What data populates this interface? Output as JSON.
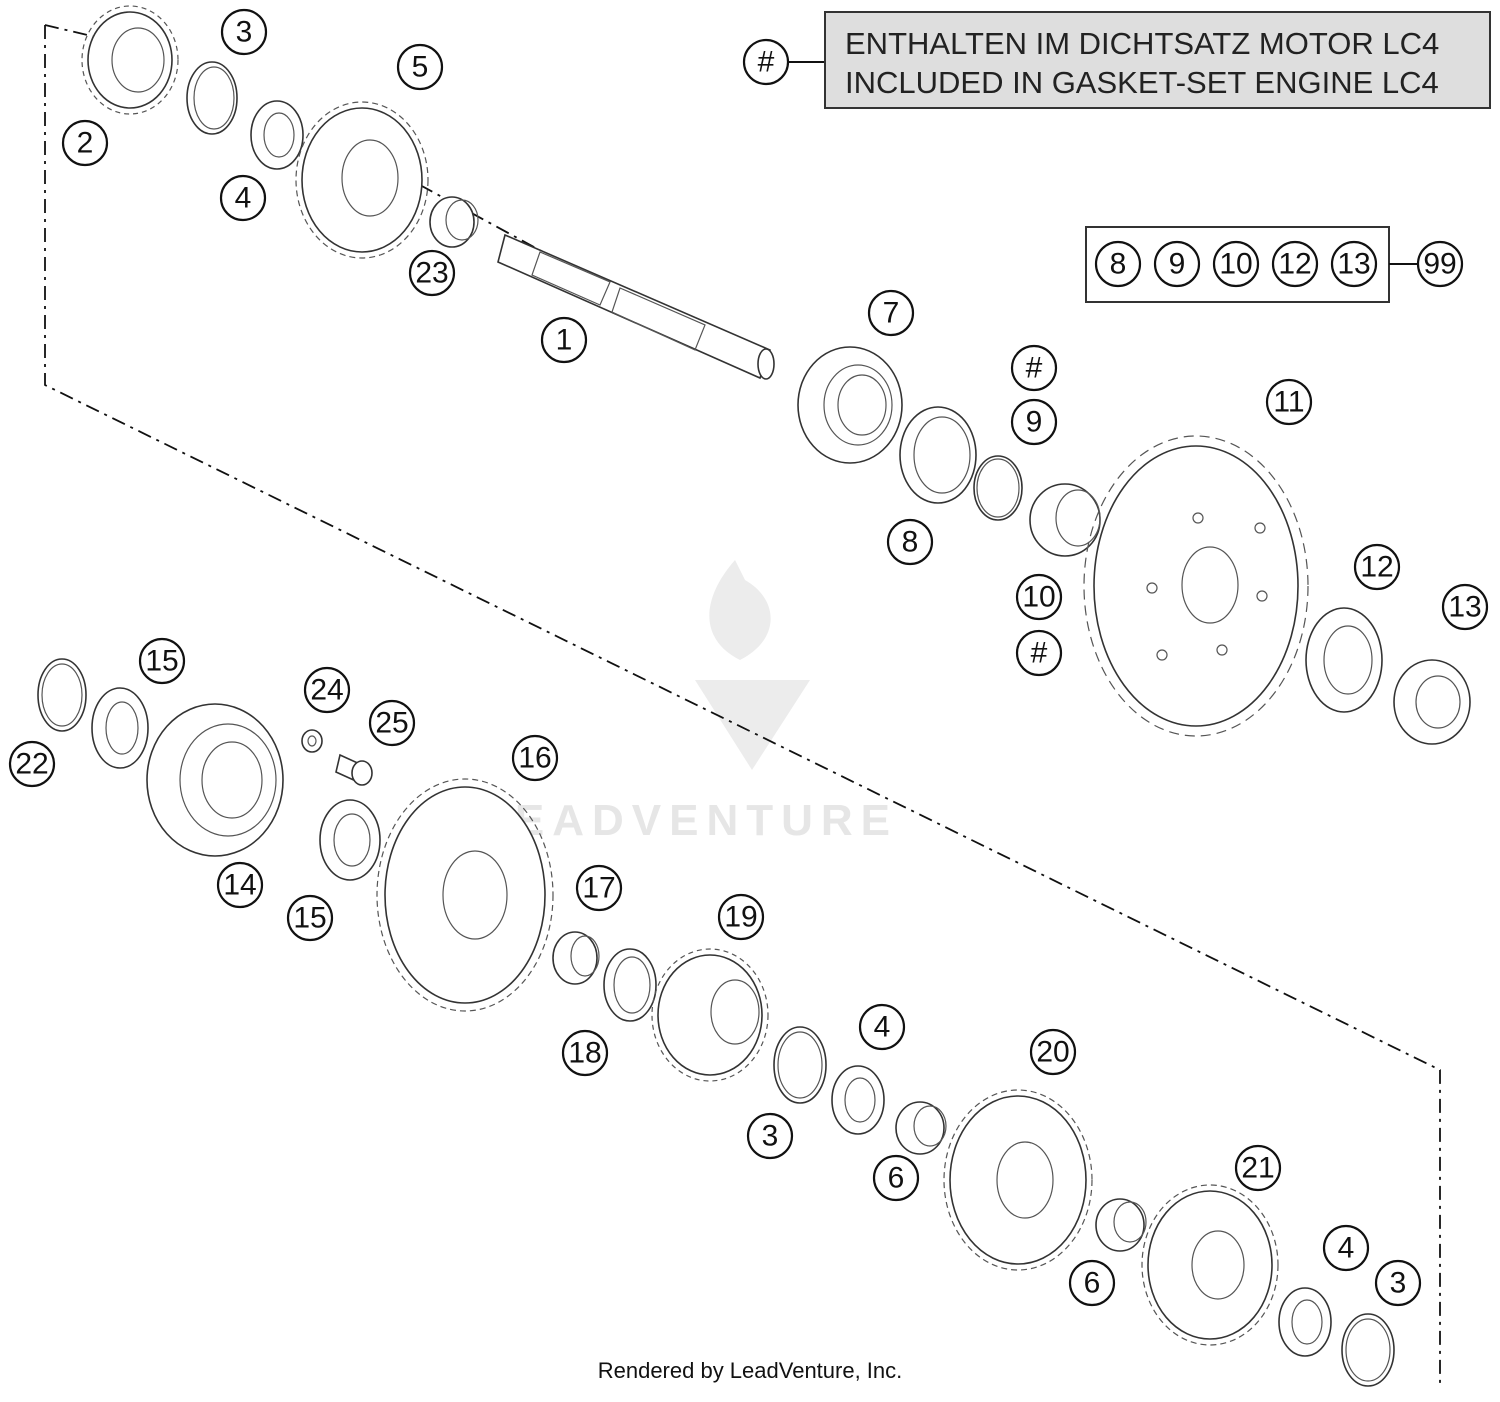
{
  "legend": {
    "marker": "#",
    "line1": "ENTHALTEN IM DICHTSATZ MOTOR LC4",
    "line2": "INCLUDED IN GASKET-SET ENGINE LC4"
  },
  "kit": {
    "members": [
      "8",
      "9",
      "10",
      "12",
      "13"
    ],
    "kit_number": "99"
  },
  "callouts": [
    "1",
    "2",
    "3",
    "4",
    "5",
    "6",
    "7",
    "8",
    "9",
    "10",
    "11",
    "12",
    "13",
    "14",
    "15",
    "16",
    "17",
    "18",
    "19",
    "20",
    "21",
    "22",
    "23",
    "24",
    "25",
    "#"
  ],
  "watermark": "LEADVENTURE",
  "footer": "Rendered by LeadVenture, Inc."
}
